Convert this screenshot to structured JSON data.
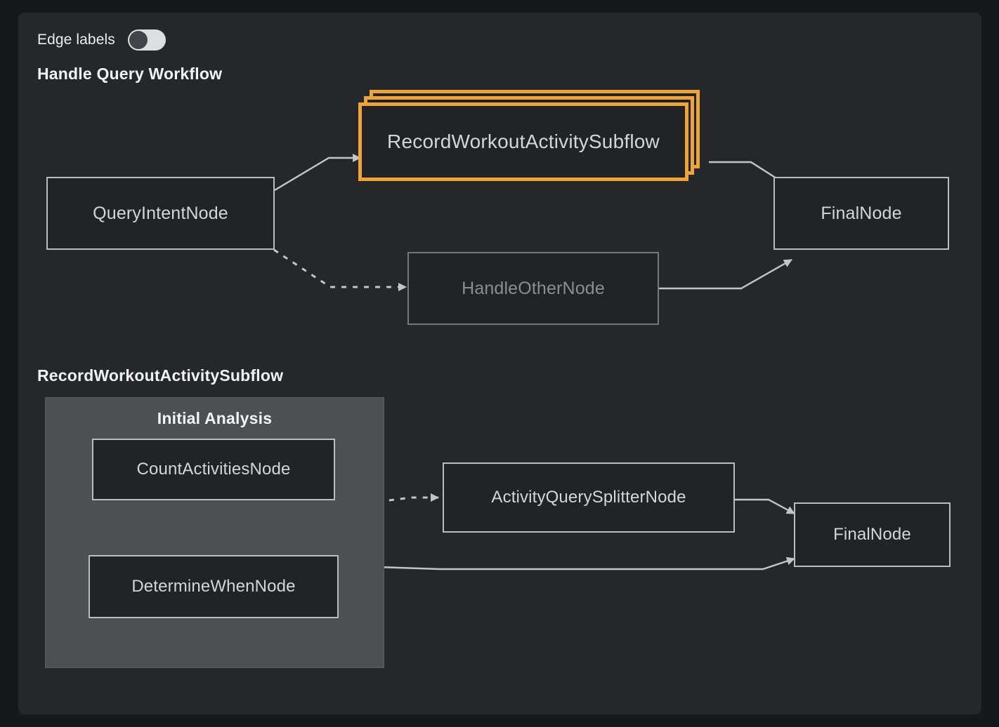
{
  "toolbar": {
    "edge_labels_label": "Edge labels",
    "edge_labels_state": "off",
    "toggle_icon": "toggle-switch-icon"
  },
  "sections": [
    {
      "title": "Handle Query Workflow",
      "nodes": [
        {
          "id": "query-intent",
          "label": "QueryIntentNode",
          "style": "normal"
        },
        {
          "id": "record-subflow",
          "label": "RecordWorkoutActivitySubflow",
          "style": "subflow-stacked-highlighted"
        },
        {
          "id": "handle-other",
          "label": "HandleOtherNode",
          "style": "dim"
        },
        {
          "id": "final-top",
          "label": "FinalNode",
          "style": "normal"
        }
      ],
      "edges": [
        {
          "from": "query-intent",
          "to": "record-subflow",
          "line": "solid"
        },
        {
          "from": "query-intent",
          "to": "handle-other",
          "line": "dotted"
        },
        {
          "from": "record-subflow",
          "to": "final-top",
          "line": "solid"
        },
        {
          "from": "handle-other",
          "to": "final-top",
          "line": "solid"
        }
      ]
    },
    {
      "title": "RecordWorkoutActivitySubflow",
      "group": {
        "id": "initial-analysis",
        "title": "Initial Analysis"
      },
      "nodes": [
        {
          "id": "count-activities",
          "label": "CountActivitiesNode",
          "style": "normal",
          "group": "initial-analysis"
        },
        {
          "id": "determine-when",
          "label": "DetermineWhenNode",
          "style": "normal",
          "group": "initial-analysis"
        },
        {
          "id": "activity-splitter",
          "label": "ActivityQuerySplitterNode",
          "style": "normal"
        },
        {
          "id": "final-bottom",
          "label": "FinalNode",
          "style": "normal"
        }
      ],
      "edges": [
        {
          "from": "count-activities",
          "to": "activity-splitter",
          "line": "dotted"
        },
        {
          "from": "activity-splitter",
          "to": "final-bottom",
          "line": "solid"
        },
        {
          "from": "determine-when",
          "to": "final-bottom",
          "line": "solid"
        }
      ]
    }
  ],
  "colors": {
    "page_background": "#17181a",
    "panel_background": "#262729",
    "node_fill": "#212325",
    "node_border": "#b9bdc1",
    "node_text": "#d3d6d9",
    "dim_border": "#76797c",
    "dim_text": "#8b8e91",
    "highlight": "#eda43b",
    "group_fill": "#4e4f50",
    "edge": "#c3c6c9",
    "title_text": "#f1f3f5",
    "toggle_track": "#dcdee1",
    "toggle_knob": "#41454a"
  }
}
